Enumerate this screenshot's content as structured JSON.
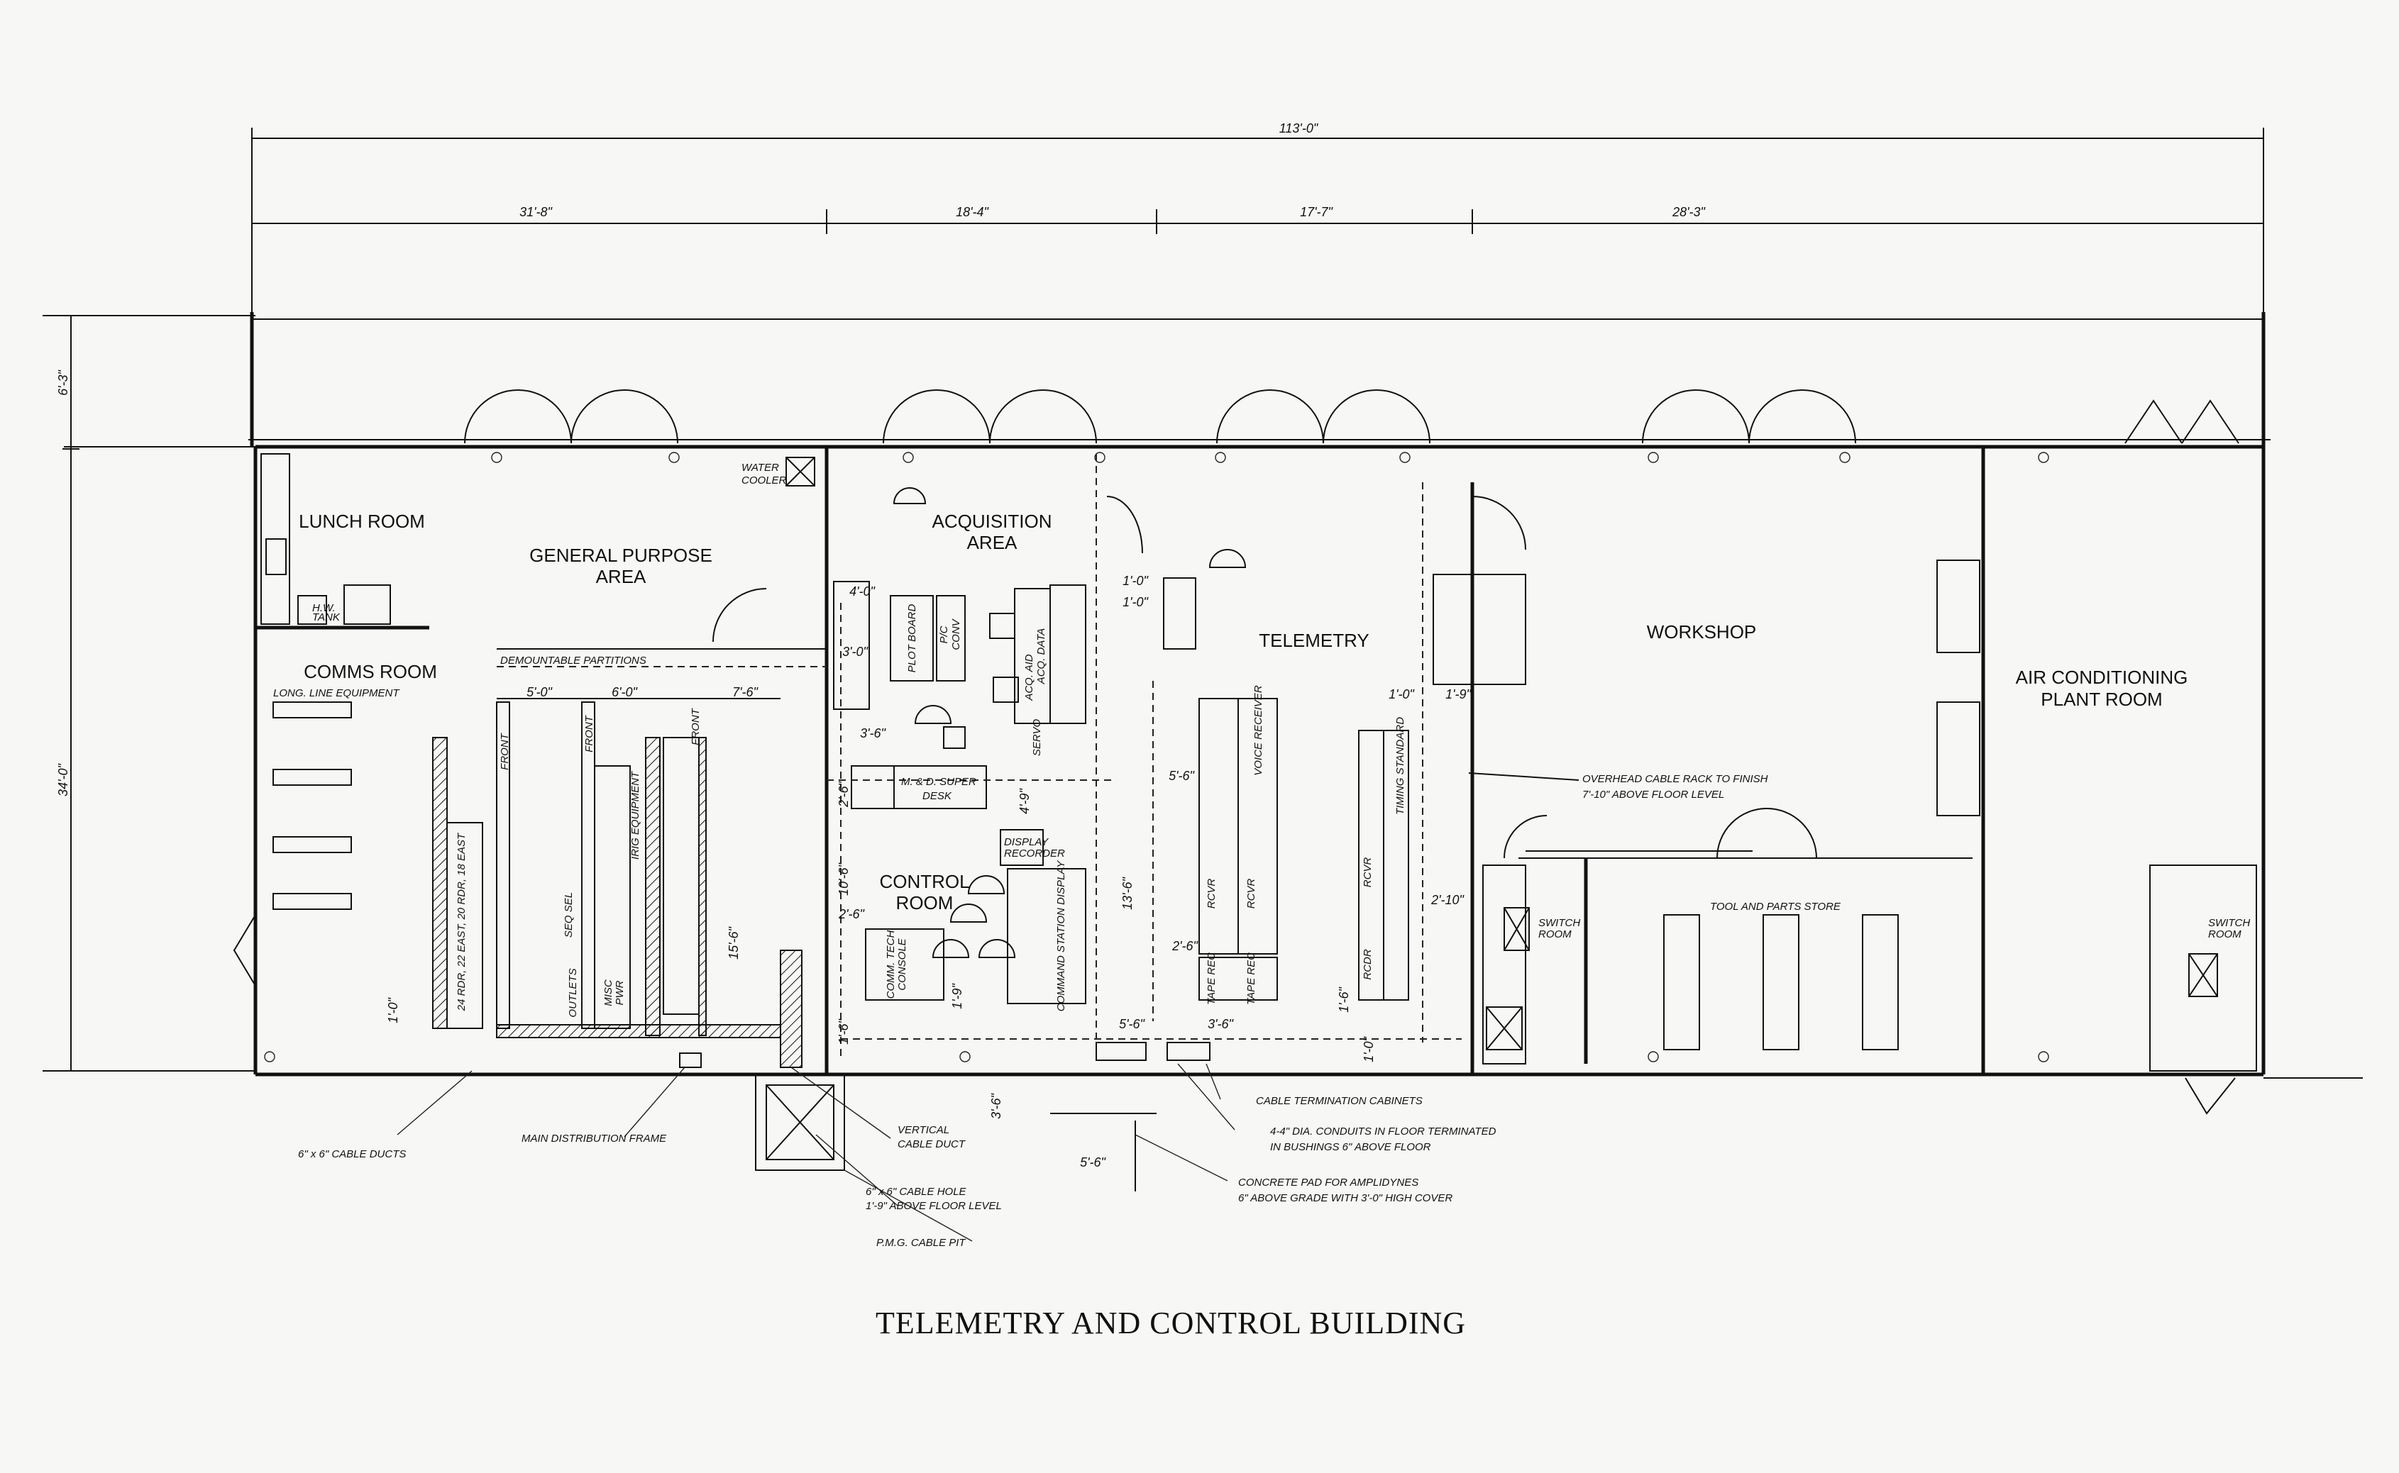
{
  "title": "TELEMETRY AND CONTROL BUILDING",
  "dimensions": {
    "overall": "113'-0\"",
    "bay1": "31'-8\"",
    "bay2": "18'-4\"",
    "bay3": "17'-7\"",
    "bay4": "28'-3\"",
    "depth": "34'-0\"",
    "canopy": "6'-3\"",
    "d_5_0": "5'-0\"",
    "d_6_0": "6'-0\"",
    "d_7_6": "7'-6\"",
    "d_4_0": "4'-0\"",
    "d_3_0": "3'-0\"",
    "d_3_6a": "3'-6\"",
    "d_2_6a": "2'-6\"",
    "d_10_6": "10'-6\"",
    "d_2_6b": "2'-6\"",
    "d_1_6": "1'-6\"",
    "d_15_6": "15'-6\"",
    "d_1_0a": "1'-0\"",
    "d_1_0b": "1'-0\"",
    "d_4_9": "4'-9\"",
    "d_1_9": "1'-9\"",
    "d_13_6": "13'-6\"",
    "d_5_6a": "5'-6\"",
    "d_2_6c": "2'-6\"",
    "d_1_0c": "1'-0\"",
    "d_1_6b": "1'-6\"",
    "d_1_0d": "1'-0\"",
    "d_1_9b": "1'-9\"",
    "d_2_10": "2'-10\"",
    "d_1_0e": "1'-0\"",
    "d_3_6b": "3'-6\"",
    "d_5_6b": "5'-6\"",
    "d_3_6c": "3'-6\"",
    "d_5_6c": "5'-6\""
  },
  "rooms": {
    "lunch": "LUNCH ROOM",
    "gp1": "GENERAL PURPOSE",
    "gp2": "AREA",
    "acq1": "ACQUISITION",
    "acq2": "AREA",
    "comms": "COMMS ROOM",
    "telemetry": "TELEMETRY",
    "workshop": "WORKSHOP",
    "ac1": "AIR CONDITIONING",
    "ac2": "PLANT ROOM",
    "ctrl1": "CONTROL",
    "ctrl2": "ROOM"
  },
  "labels": {
    "water_cooler_1": "WATER",
    "water_cooler_2": "COOLER",
    "demountable": "DEMOUNTABLE PARTITIONS",
    "long_line": "LONG. LINE EQUIPMENT",
    "hw_tank_1": "H.W.",
    "hw_tank_2": "TANK",
    "plot_board": "PLOT BOARD",
    "pc_conv_1": "P/C",
    "pc_conv_2": "CONV",
    "acq_data": "ACQ. DATA",
    "acq_aid": "ACQ. AID",
    "servo": "SERVO",
    "m_ed_desk_1": "M. & D. SUPER",
    "m_ed_desk_2": "DESK",
    "display_rec_1": "DISPLAY",
    "display_rec_2": "RECORDER",
    "command_station": "COMMAND STATION DISPLAY",
    "comm_tech_1": "COMM. TECH",
    "comm_tech_2": "CONSOLE",
    "voice_receiver": "VOICE RECEIVER",
    "timing": "TIMING STANDARD",
    "tool_store": "TOOL AND PARTS STORE",
    "switch_room_1": "SWITCH",
    "switch_room_2": "ROOM",
    "switch_room_3": "SWITCH",
    "switch_room_4": "ROOM",
    "overhead_cable_1": "OVERHEAD CABLE RACK TO FINISH",
    "overhead_cable_2": "7'-10\" ABOVE FLOOR LEVEL",
    "front_1": "FRONT",
    "front_2": "FRONT",
    "front_3": "FRONT",
    "seq_sel": "SEQ SEL",
    "irig": "IRIG EQUIPMENT",
    "rack_text": "24 RDR, 22 EAST, 20 RDR, 18 EAST",
    "misc": "MISC",
    "pwr": "PWR",
    "outlets": "OUTLETS",
    "rcvr_1": "RCVR",
    "rcvr_2": "RCVR",
    "rcvr_3": "RCVR",
    "tape_rec_1": "TAPE REC",
    "tape_rec_2": "TAPE REC",
    "rcdr": "RCDR"
  },
  "callouts": {
    "cable_ducts": "6\" x 6\" CABLE DUCTS",
    "main_dist": "MAIN DISTRIBUTION FRAME",
    "vert_duct_1": "VERTICAL",
    "vert_duct_2": "CABLE DUCT",
    "cable_hole_1": "6\" x 6\" CABLE HOLE",
    "cable_hole_2": "1'-9\" ABOVE FLOOR LEVEL",
    "cable_pit": "P.M.G. CABLE PIT",
    "term_cab": "CABLE TERMINATION CABINETS",
    "conduits_1": "4-4\" DIA. CONDUITS IN FLOOR TERMINATED",
    "conduits_2": "IN BUSHINGS 6\" ABOVE FLOOR",
    "pad_1": "CONCRETE PAD FOR AMPLIDYNES",
    "pad_2": "6\" ABOVE GRADE WITH 3'-0\" HIGH COVER"
  }
}
